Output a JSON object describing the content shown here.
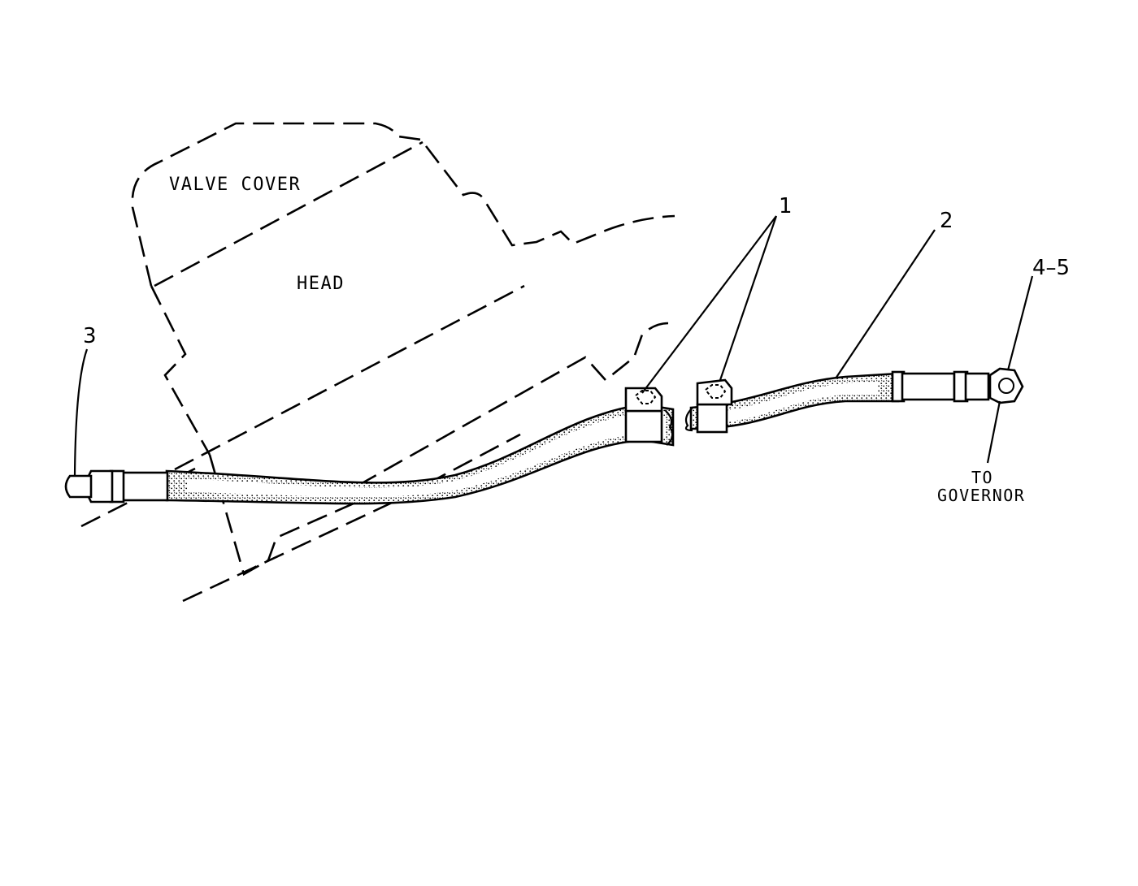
{
  "labels": {
    "valve_cover": "VALVE COVER",
    "head": "HEAD",
    "to": "TO",
    "governor": "GOVERNOR"
  },
  "callouts": {
    "c1": "1",
    "c2": "2",
    "c3": "3",
    "c45": "4–5"
  }
}
